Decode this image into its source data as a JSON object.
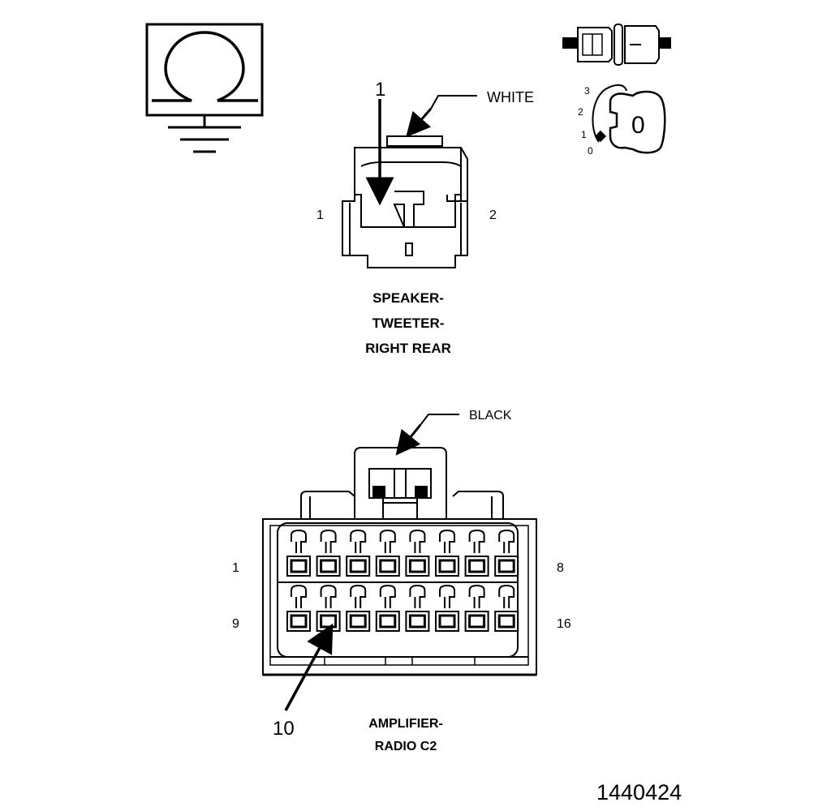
{
  "speaker_connector": {
    "color_label": "WHITE",
    "callout_pin": "1",
    "pin_left": "1",
    "pin_right": "2",
    "title_line1": "SPEAKER-",
    "title_line2": "TWEETER-",
    "title_line3": "RIGHT REAR"
  },
  "ignition_key": {
    "positions": [
      "3",
      "2",
      "1",
      "0"
    ],
    "key_glyph": "0"
  },
  "amplifier_connector": {
    "color_label": "BLACK",
    "callout_pin": "10",
    "pin_row1_left": "1",
    "pin_row1_right": "8",
    "pin_row2_left": "9",
    "pin_row2_right": "16",
    "title_line1": "AMPLIFIER-",
    "title_line2": "RADIO C2"
  },
  "figure_number": "1440424",
  "icons": {
    "ohmmeter": "ohmmeter-ground-icon",
    "fuse": "fuse-icon",
    "ignition": "ignition-key-icon"
  }
}
